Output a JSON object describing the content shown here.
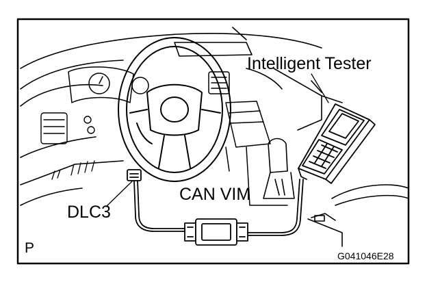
{
  "labels": {
    "tester": "Intelligent Tester",
    "can_vim": "CAN VIM",
    "dlc3": "DLC3",
    "view_letter": "P",
    "figure_code": "G041046E28"
  },
  "colors": {
    "ink": "#000000",
    "paper": "#ffffff"
  }
}
